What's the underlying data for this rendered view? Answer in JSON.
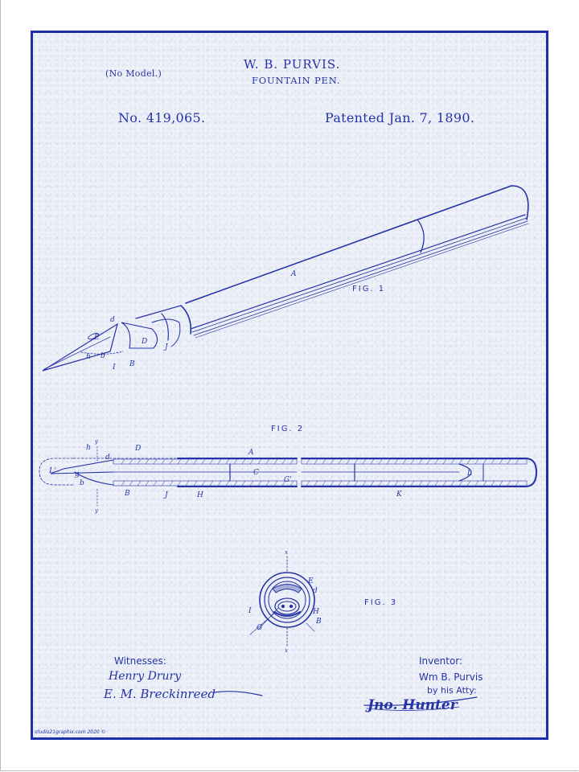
{
  "document": {
    "type": "patent-drawing",
    "colors": {
      "ink": "#2533a6",
      "frame": "#1a2fa8",
      "paper": "#eef1f8",
      "outer": "#ffffff"
    }
  },
  "header": {
    "no_model": "(No Model.)",
    "inventor_name": "W. B. PURVIS.",
    "title": "FOUNTAIN PEN.",
    "patent_number": "No. 419,065.",
    "patent_date": "Patented Jan. 7, 1890."
  },
  "figures": {
    "fig1": {
      "label": "FIG. 1",
      "parts": [
        "A",
        "E",
        "d",
        "D",
        "J",
        "h",
        "b",
        "I",
        "B"
      ]
    },
    "fig2": {
      "label": "FIG. 2",
      "parts": [
        "L'",
        "h",
        "g",
        "b",
        "y",
        "d",
        "D",
        "A",
        "C",
        "G'",
        "B",
        "J",
        "H",
        "K",
        "L"
      ]
    },
    "fig3": {
      "label": "FIG. 3",
      "parts": [
        "x",
        "E",
        "d",
        "I",
        "H",
        "G",
        "B"
      ]
    }
  },
  "signatures": {
    "witnesses_label": "Witnesses:",
    "witness_1": "Henry Drury",
    "witness_2": "E. M. Breckinreed",
    "inventor_label": "Inventor:",
    "inventor_signature": "Wm B. Purvis",
    "attorney_label": "by his Atty:",
    "attorney_signature": "Jno. Hunter"
  },
  "footer": {
    "credit": "studio21graphix.com 2020 ©"
  }
}
